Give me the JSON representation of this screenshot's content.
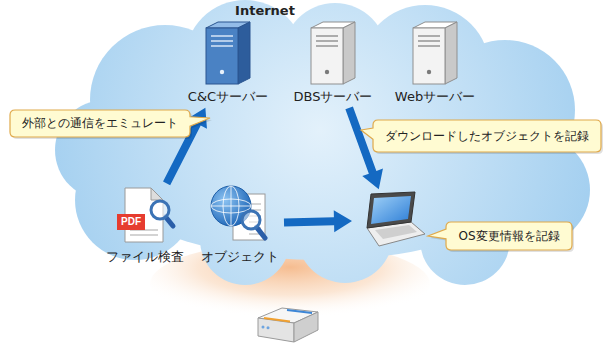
{
  "diagram": {
    "nodes": [
      {
        "text": [
          "Internet"
        ]
      },
      {
        "text": [
          "C&Cサーバー"
        ],
        "in": 0
      },
      {
        "text": [
          "DBSサーバー"
        ],
        "in": 0
      },
      {
        "text": [
          "Webサーバー"
        ],
        "in": 0
      },
      {
        "text": [
          "外部との通信をエミュレート"
        ]
      },
      {
        "text": [
          "ダウンロードしたオブジェクトを記録"
        ]
      },
      {
        "text": [
          "ファイル検査"
        ],
        "in": 0
      },
      {
        "text": [
          "オブジェクト"
        ],
        "in": 0
      },
      {
        "text": [],
        "in": 0
      },
      {
        "text": [
          "OS変更情報を記録"
        ]
      }
    ],
    "edges": [
      {
        "from": 6,
        "to": 1,
        "arrow": "to"
      },
      {
        "from": 2,
        "to": 8,
        "arrow": "to"
      },
      {
        "from": 7,
        "to": 8,
        "arrow": "to"
      }
    ],
    "labels": [
      "PDF"
    ]
  }
}
